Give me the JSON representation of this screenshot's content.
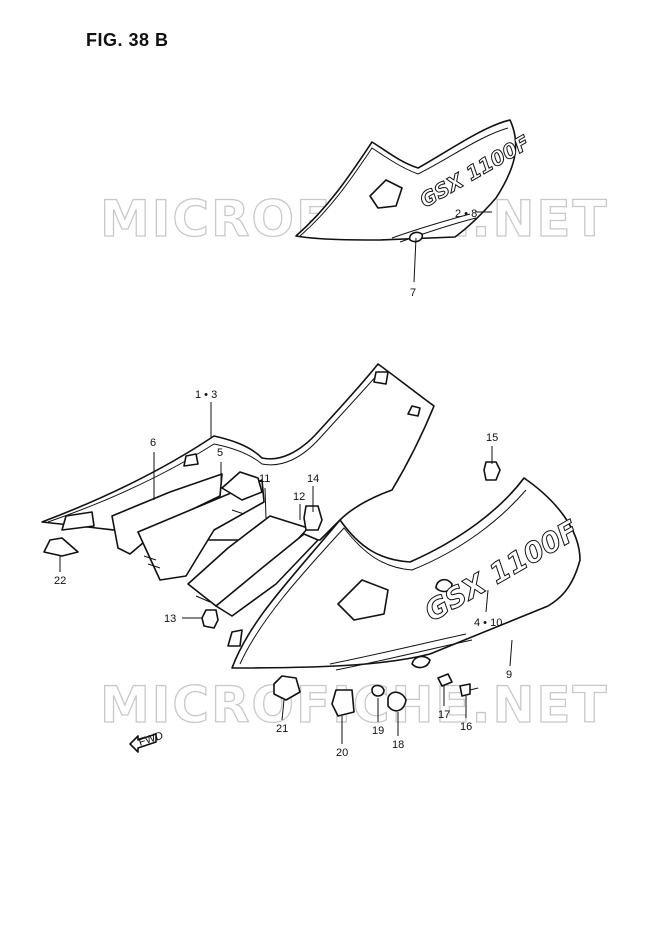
{
  "figure": {
    "title": "FIG. 38 B",
    "watermark": "MICROFICHE.NET",
    "decal_text": "GSX 1100F",
    "fwd_label": "FWD"
  },
  "callouts": [
    {
      "id": "c-2-8",
      "text": "2 • 8"
    },
    {
      "id": "c-7",
      "text": "7"
    },
    {
      "id": "c-1-3",
      "text": "1 • 3"
    },
    {
      "id": "c-6",
      "text": "6"
    },
    {
      "id": "c-5",
      "text": "5"
    },
    {
      "id": "c-11",
      "text": "11"
    },
    {
      "id": "c-14",
      "text": "14"
    },
    {
      "id": "c-12",
      "text": "12"
    },
    {
      "id": "c-15",
      "text": "15"
    },
    {
      "id": "c-22",
      "text": "22"
    },
    {
      "id": "c-13",
      "text": "13"
    },
    {
      "id": "c-4-10",
      "text": "4 • 10"
    },
    {
      "id": "c-9",
      "text": "9"
    },
    {
      "id": "c-17",
      "text": "17"
    },
    {
      "id": "c-16",
      "text": "16"
    },
    {
      "id": "c-21",
      "text": "21"
    },
    {
      "id": "c-20",
      "text": "20"
    },
    {
      "id": "c-19",
      "text": "19"
    },
    {
      "id": "c-18",
      "text": "18"
    }
  ],
  "colors": {
    "ink": "#111111",
    "watermark": "#c9c9c9",
    "paper": "#ffffff"
  }
}
